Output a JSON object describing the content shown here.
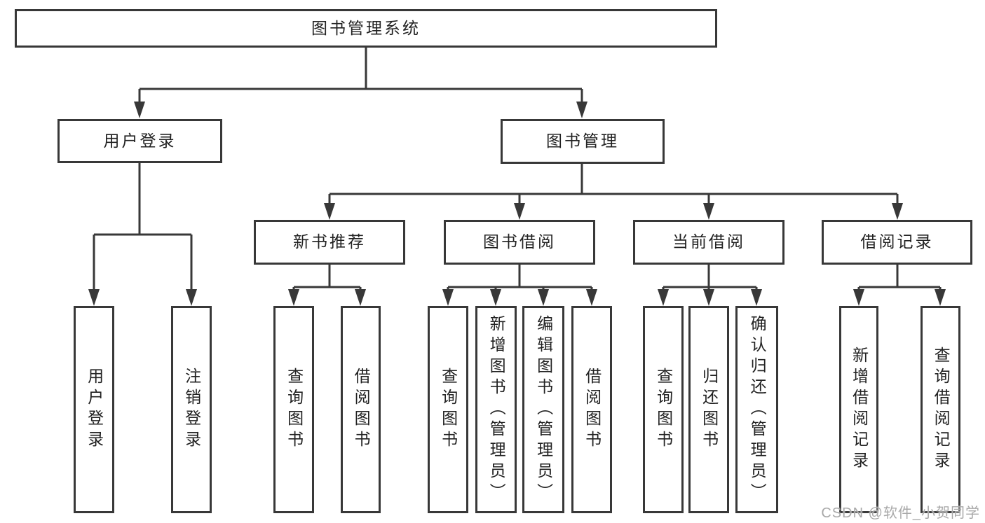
{
  "colors": {
    "line": "#383838",
    "box_border": "#383838",
    "text": "#222222",
    "watermark": "#a8a8a8",
    "background": "#ffffff"
  },
  "watermark": "CSDN @软件_小贺同学",
  "diagram": {
    "root": {
      "label": "图书管理系统"
    },
    "branches": [
      {
        "label": "用户登录",
        "children": [
          "用户登录",
          "注销登录"
        ]
      },
      {
        "label": "图书管理",
        "groups": [
          {
            "label": "新书推荐",
            "children": [
              "查询图书",
              "借阅图书"
            ]
          },
          {
            "label": "图书借阅",
            "children": [
              "查询图书",
              "新增图书（管理员）",
              "编辑图书（管理员）",
              "借阅图书"
            ]
          },
          {
            "label": "当前借阅",
            "children": [
              "查询图书",
              "归还图书",
              "确认归还（管理员）"
            ]
          },
          {
            "label": "借阅记录",
            "children": [
              "新增借阅记录",
              "查询借阅记录"
            ]
          }
        ]
      }
    ]
  }
}
